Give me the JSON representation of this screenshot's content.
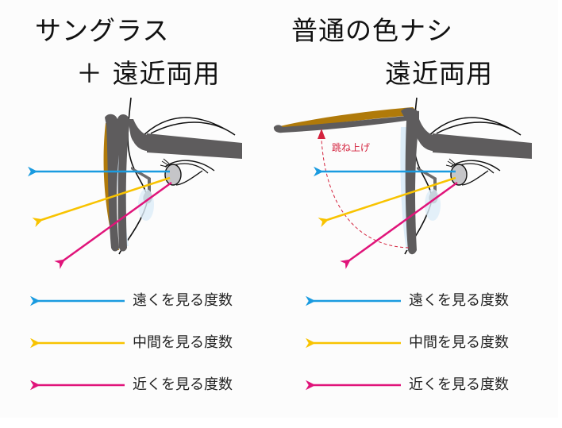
{
  "panels": [
    {
      "id": "left",
      "title_line1": "サングラス",
      "title_line2": "＋ 遠近両用",
      "lens_tint": "brown",
      "legend": [
        {
          "label": "遠くを見る度数",
          "color": "#1a9be0"
        },
        {
          "label": "中間を見る度数",
          "color": "#f8c300"
        },
        {
          "label": "近くを見る度数",
          "color": "#e0147a"
        }
      ]
    },
    {
      "id": "right",
      "title_line1": "普通の色ナシ",
      "title_line2": "遠近両用",
      "annotation": "跳ね上げ",
      "legend": [
        {
          "label": "遠くを見る度数",
          "color": "#1a9be0"
        },
        {
          "label": "中間を見る度数",
          "color": "#f8c300"
        },
        {
          "label": "近くを見る度数",
          "color": "#e0147a"
        }
      ]
    }
  ],
  "colors": {
    "frame": "#5e5c5d",
    "tint": "#b07a0a",
    "lens": "#dcecf8",
    "far": "#1a9be0",
    "mid": "#f8c300",
    "near": "#e0147a",
    "flip_arrow": "#d4233e",
    "eye": "#c5c5c8"
  }
}
